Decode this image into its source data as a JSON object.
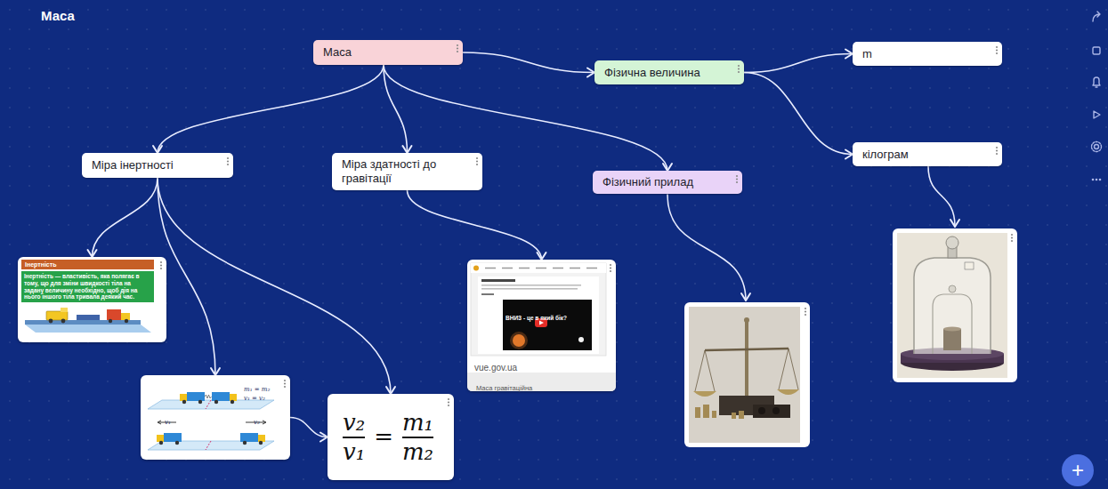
{
  "diagram": {
    "title": "Маса",
    "nodes": [
      {
        "text": [
          "Маса"
        ]
      },
      {
        "text": [
          "Фізична величина"
        ]
      },
      {
        "text": [
          "m"
        ]
      },
      {
        "text": [
          "кілограм"
        ]
      },
      {
        "text": [
          "Міра інертності"
        ]
      },
      {
        "text": [
          "Міра здатності до гравітації"
        ]
      },
      {
        "text": [
          "Фізичний прилад"
        ]
      },
      {
        "text": [
          "Інертність",
          "Інертність — властивість, яка полягає в тому, що для зміни швидкості тіла на задану величину необхідно, щоб дія на нього іншого тіла тривала деякий час."
        ]
      },
      {
        "text": [
          "m₁ = m₂",
          "v₁ = v₂"
        ]
      },
      {
        "text": [
          "v₂",
          "v₁",
          "=",
          "m₁",
          "m₂"
        ]
      },
      {
        "text": [
          "vue.gov.ua",
          "Маса гравітаційна"
        ]
      }
    ],
    "edges": [
      {
        "from": 0,
        "to": 1,
        "arrow": "to"
      },
      {
        "from": 1,
        "to": 2,
        "arrow": "to"
      },
      {
        "from": 1,
        "to": 3,
        "arrow": "to"
      },
      {
        "from": 0,
        "to": 4,
        "arrow": "to"
      },
      {
        "from": 0,
        "to": 5,
        "arrow": "to"
      },
      {
        "from": 0,
        "to": 6,
        "arrow": "to"
      },
      {
        "from": 4,
        "to": 7,
        "arrow": "to"
      },
      {
        "from": 4,
        "to": 8,
        "arrow": "to"
      },
      {
        "from": 4,
        "to": 9,
        "arrow": "to"
      },
      {
        "from": 8,
        "to": 9,
        "arrow": "to"
      },
      {
        "from": 5,
        "to": 10,
        "arrow": "to"
      }
    ],
    "labels": [
      "ВНИЗ - це в який бік?",
      "v₁",
      "v₂",
      "+"
    ]
  }
}
